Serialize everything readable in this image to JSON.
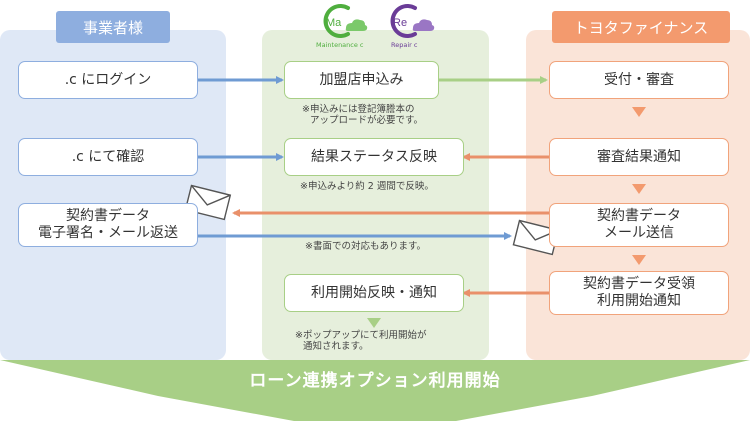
{
  "lanes": {
    "left": {
      "title": "事業者様"
    },
    "right": {
      "title": "トヨタファイナンス"
    }
  },
  "logos": {
    "maintenance": {
      "mark": "Ma",
      "caption": "Maintenance c",
      "color": "#4fae3e"
    },
    "repair": {
      "mark": "Re",
      "caption": "Repair c",
      "color": "#6a3c97"
    }
  },
  "left_boxes": [
    {
      "lines": [
        ".c にログイン"
      ]
    },
    {
      "lines": [
        ".c にて確認"
      ]
    },
    {
      "lines": [
        "契約書データ",
        "電子署名・メール返送"
      ]
    }
  ],
  "mid_boxes": [
    {
      "lines": [
        "加盟店申込み"
      ]
    },
    {
      "lines": [
        "結果ステータス反映"
      ]
    },
    {
      "lines": [
        "利用開始反映・通知"
      ]
    }
  ],
  "right_boxes": [
    {
      "lines": [
        "受付・審査"
      ]
    },
    {
      "lines": [
        "審査結果通知"
      ]
    },
    {
      "lines": [
        "契約書データ",
        "メール送信"
      ]
    },
    {
      "lines": [
        "契約書データ受領",
        "利用開始通知"
      ]
    }
  ],
  "notes": {
    "apply": [
      "※申込みには登記簿謄本の",
      "アップロードが必要です。"
    ],
    "reflect": [
      "※申込みより約 2 週間で反映。"
    ],
    "paper": [
      "※書面での対応もあります。"
    ],
    "popup": [
      "※ポップアップにて利用開始が",
      "通知されます。"
    ]
  },
  "banner": {
    "text": "ローン連携オプション利用開始"
  },
  "colors": {
    "blue": "#8eaedf",
    "green": "#a8cf86",
    "orange": "#f39a6e",
    "arrow_blue": "#6f9bd3",
    "arrow_orange": "#e9906a"
  }
}
